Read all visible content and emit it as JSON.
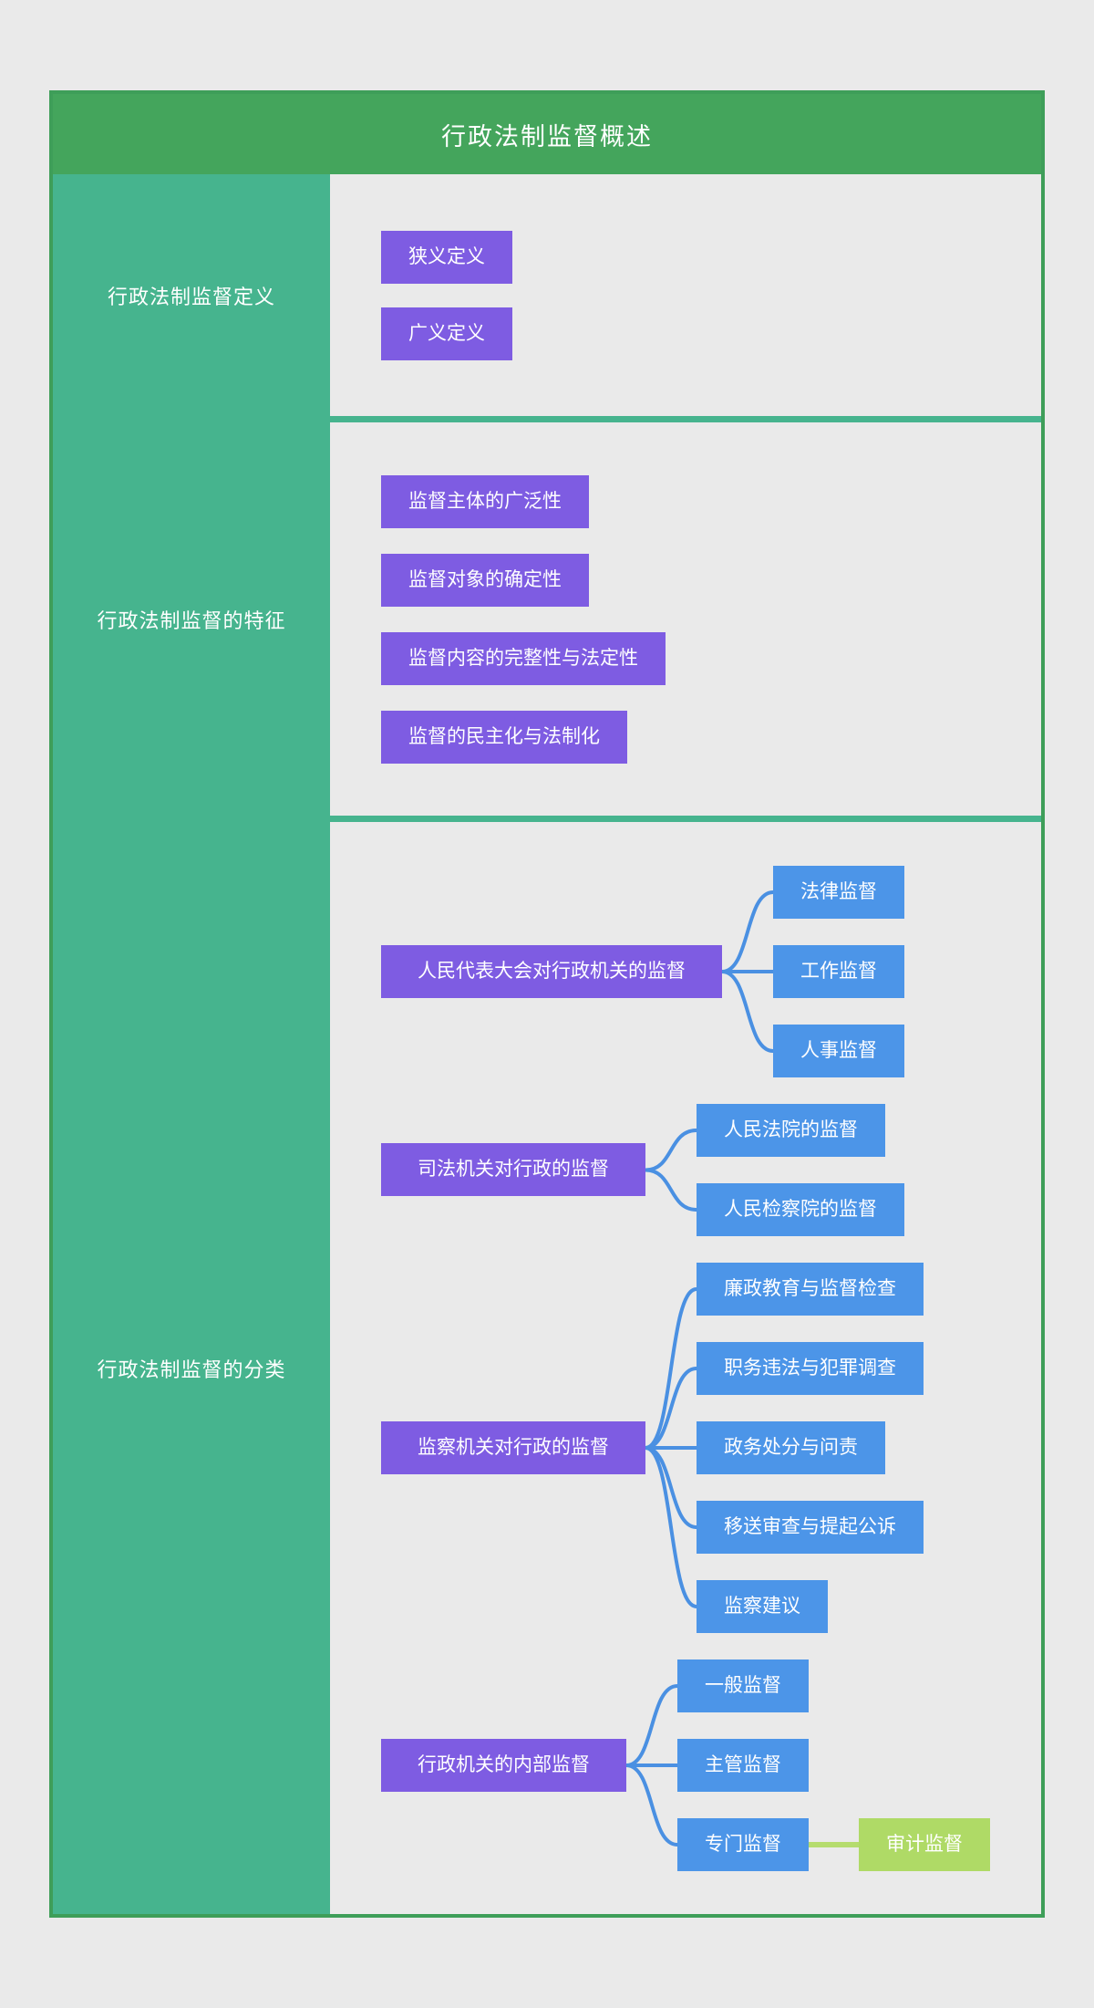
{
  "title": "行政法制监督概述",
  "colors": {
    "header_green": "#44A55C",
    "border_green": "#3E9E59",
    "teal": "#46B48E",
    "node_purple": "#7E5CE2",
    "node_blue": "#4C95E8",
    "node_light_green": "#AFDA66",
    "connector_blue": "#4A90E2",
    "connector_green": "#B5DC6E",
    "background": "#EAEAEA",
    "text_white": "#FFFFFF"
  },
  "sections": [
    {
      "label": "行政法制监督定义",
      "nodes": [
        "狭义定义",
        "广义定义"
      ]
    },
    {
      "label": "行政法制监督的特征",
      "nodes": [
        "监督主体的广泛性",
        "监督对象的确定性",
        "监督内容的完整性与法定性",
        "监督的民主化与法制化"
      ]
    },
    {
      "label": "行政法制监督的分类",
      "groups": [
        {
          "parent": "人民代表大会对行政机关的监督",
          "children": [
            {
              "label": "法律监督"
            },
            {
              "label": "工作监督"
            },
            {
              "label": "人事监督"
            }
          ]
        },
        {
          "parent": "司法机关对行政的监督",
          "children": [
            {
              "label": "人民法院的监督"
            },
            {
              "label": "人民检察院的监督"
            }
          ]
        },
        {
          "parent": "监察机关对行政的监督",
          "children": [
            {
              "label": "廉政教育与监督检查"
            },
            {
              "label": "职务违法与犯罪调查"
            },
            {
              "label": "政务处分与问责"
            },
            {
              "label": "移送审查与提起公诉"
            },
            {
              "label": "监察建议"
            }
          ]
        },
        {
          "parent": "行政机关的内部监督",
          "children": [
            {
              "label": "一般监督"
            },
            {
              "label": "主管监督"
            },
            {
              "label": "专门监督",
              "sub": "审计监督"
            }
          ]
        }
      ]
    }
  ]
}
